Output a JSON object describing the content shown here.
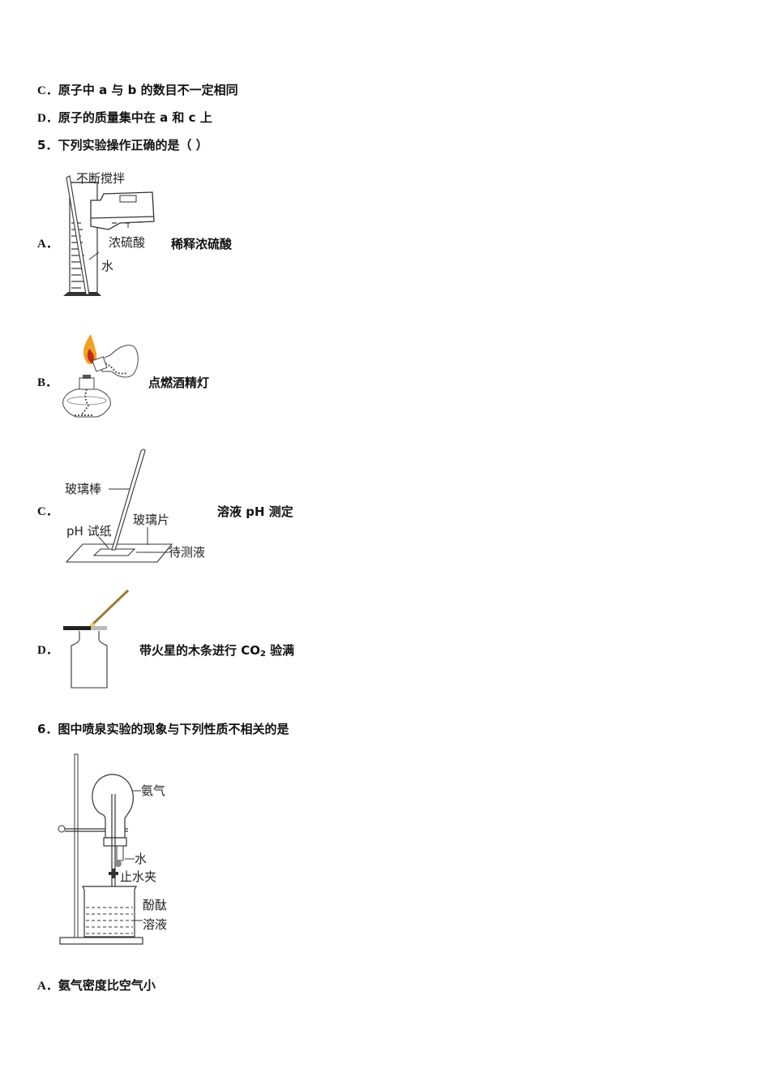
{
  "prev_question_options": [
    {
      "label": "C．",
      "text": "原子中 a 与 b 的数目不一定相同"
    },
    {
      "label": "D．",
      "text": "原子的质量集中在 a 和 c 上"
    }
  ],
  "question5": {
    "number": "5．",
    "stem": "下列实验操作正确的是（ ）",
    "options": [
      {
        "label": "A．",
        "caption": "稀释浓硫酸",
        "figure": {
          "labels": {
            "stir": "不断搅拌",
            "acid": "浓硫酸",
            "water": "水"
          }
        }
      },
      {
        "label": "B．",
        "caption": "点燃酒精灯",
        "figure": {
          "labels": {}
        }
      },
      {
        "label": "C．",
        "caption": "溶液 pH 测定",
        "figure": {
          "labels": {
            "rod": "玻璃棒",
            "plate": "玻璃片",
            "paper": "pH 试纸",
            "liquid": "待测液"
          }
        }
      },
      {
        "label": "D．",
        "caption_prefix": "带火星的木条进行 CO",
        "caption_sub": "2",
        "caption_suffix": " 验满",
        "figure": {
          "labels": {}
        }
      }
    ]
  },
  "question6": {
    "number": "6．",
    "stem": "图中喷泉实验的现象与下列性质不相关的是",
    "figure": {
      "labels": {
        "gas": "氨气",
        "water": "水",
        "clamp": "止水夹",
        "solution_line1": "酚酞",
        "solution_line2": "溶液"
      }
    },
    "options": [
      {
        "label": "A．",
        "text": "氨气密度比空气小"
      }
    ]
  }
}
